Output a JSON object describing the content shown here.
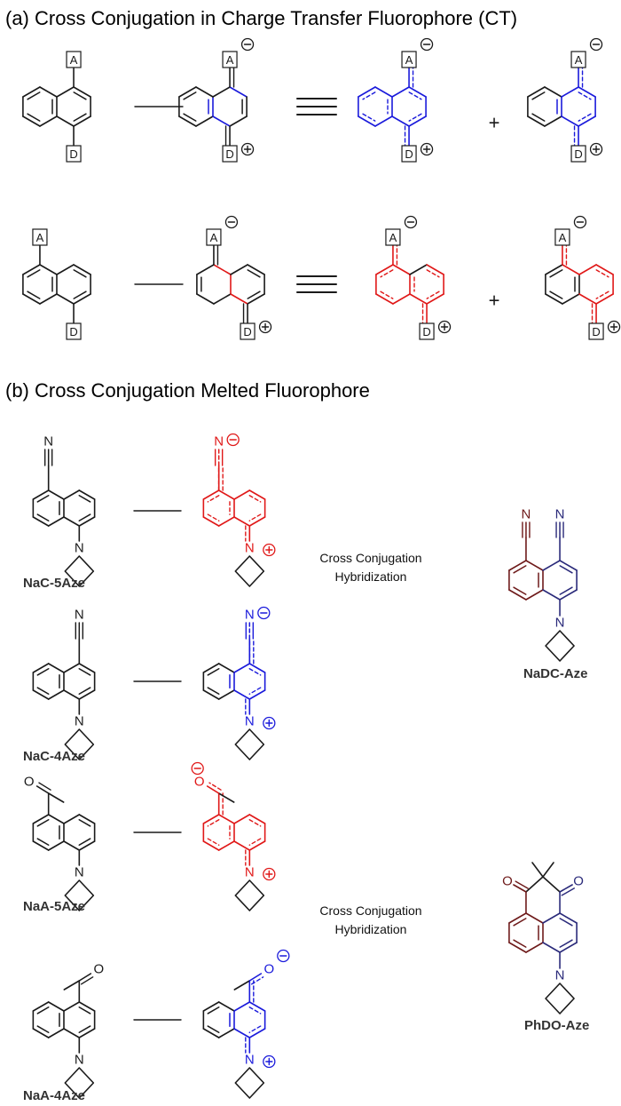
{
  "panel_a": {
    "heading": "(a) Cross Conjugation in Charge Transfer Fluorophore (CT)",
    "acceptor_label": "A",
    "donor_label": "D",
    "plus_sign": "+"
  },
  "panel_b": {
    "heading": "(b) Cross Conjugation Melted Fluorophore",
    "nitrogen": "N",
    "oxygen": "O",
    "compounds": {
      "nac5aze": "NaC-5Aze",
      "nac4aze": "NaC-4Aze",
      "naa5aze": "NaA-5Aze",
      "naa4aze": "NaA-4Aze",
      "nadc": "NaDC-Aze",
      "phdo": "PhDO-Aze"
    },
    "arrow_line1": "Cross Conjugation",
    "arrow_line2": "Hybridization"
  },
  "colors": {
    "ink": "#1a1a1a",
    "blue": "#1a1adb",
    "red": "#e01818",
    "dark_red": "#6e1a1a",
    "dark_blue": "#2a2a7a",
    "arrow_light": "#ededed",
    "arrow_dark": "#9a9a9a"
  },
  "icons": [
    "resonance-arrow-icon",
    "equivalence-icon",
    "plus-icon",
    "minus-charge-icon",
    "plus-charge-icon",
    "azetidine-ring-icon",
    "naphthalene-ring-icon"
  ]
}
